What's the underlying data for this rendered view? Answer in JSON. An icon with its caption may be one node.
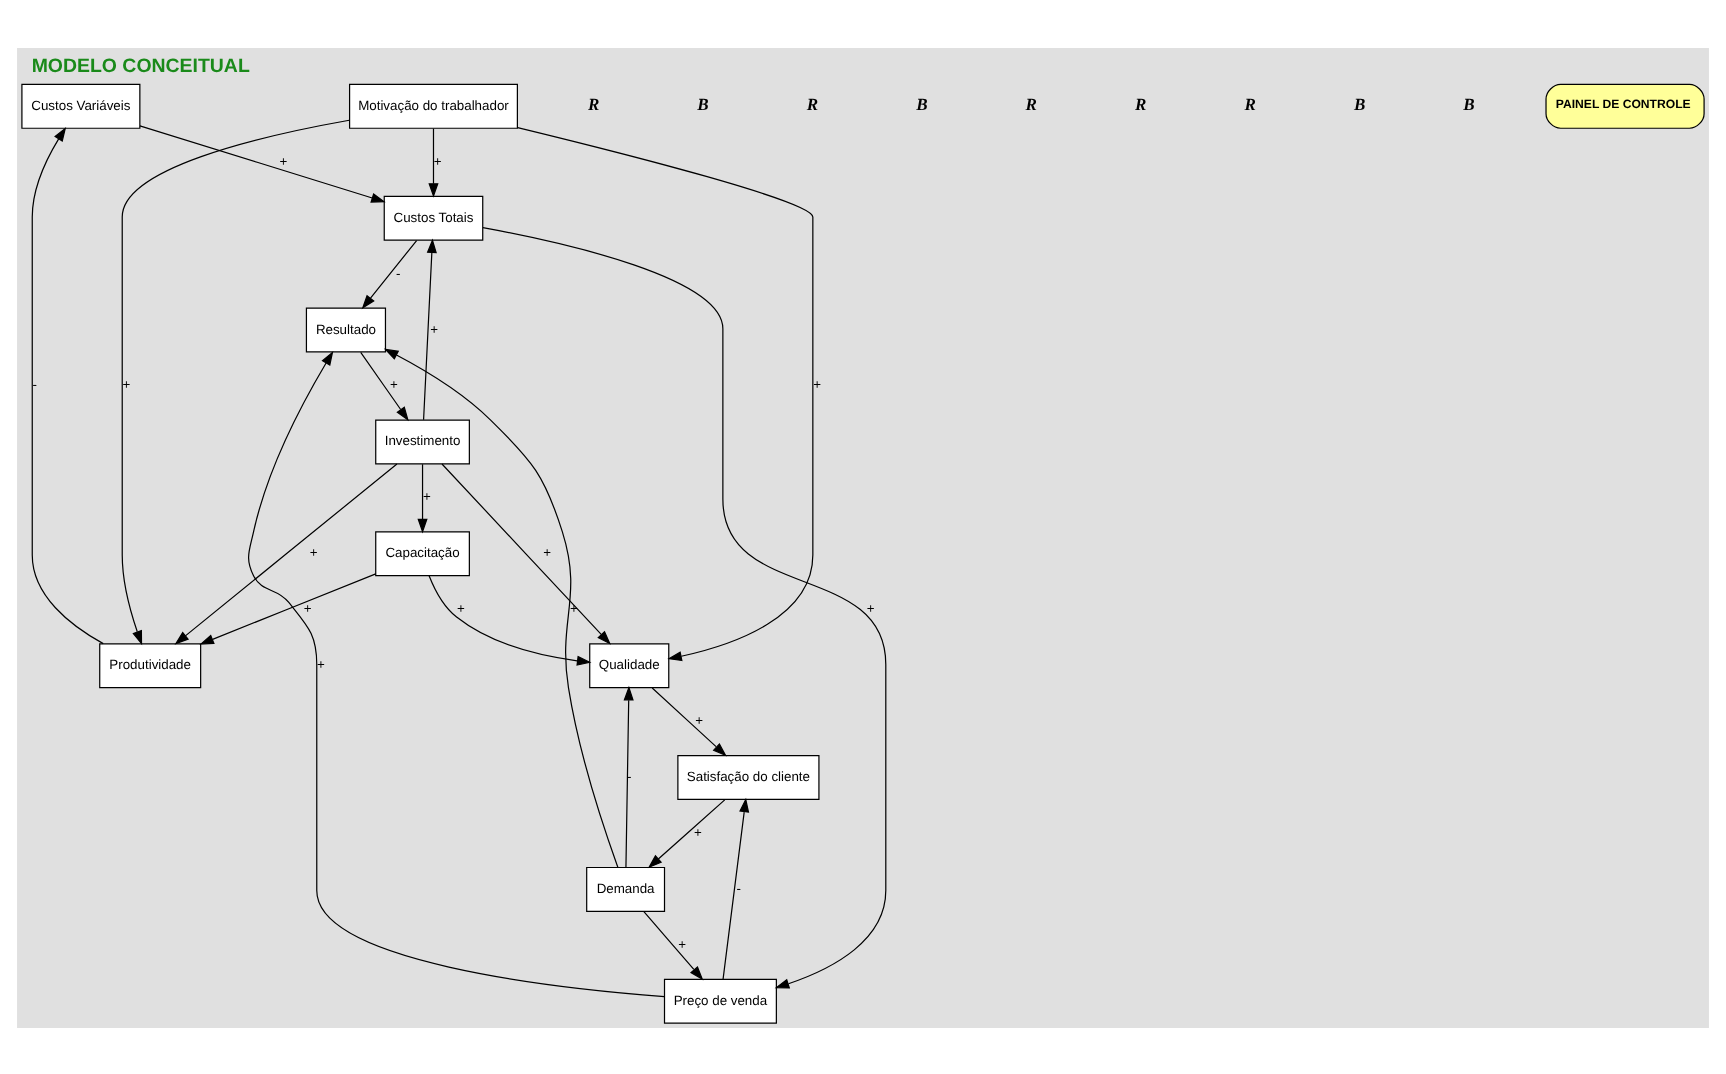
{
  "diagram": {
    "title": "MODELO CONCEITUAL",
    "nodes": [
      {
        "text": [
          "Custos Variáveis"
        ]
      },
      {
        "text": [
          "Custos Totais"
        ]
      },
      {
        "text": [
          "Produtividade"
        ]
      },
      {
        "text": [
          "Investimento"
        ]
      },
      {
        "text": [
          "Resultado"
        ]
      },
      {
        "text": [
          "Motivação do trabalhador"
        ]
      },
      {
        "text": [
          "Capacitação"
        ]
      },
      {
        "text": [
          "Qualidade"
        ]
      },
      {
        "text": [
          "Demanda"
        ]
      },
      {
        "text": [
          "Preço de venda"
        ]
      },
      {
        "text": [
          "Satisfação do cliente"
        ]
      }
    ],
    "edges": [
      {
        "from": 0,
        "to": 1,
        "arrow": "to",
        "label": "+"
      },
      {
        "from": 2,
        "to": 0,
        "arrow": "to",
        "label": "-"
      },
      {
        "from": 5,
        "to": 2,
        "arrow": "to",
        "label": "+"
      },
      {
        "from": 5,
        "to": 1,
        "arrow": "to",
        "label": "+"
      },
      {
        "from": 3,
        "to": 1,
        "arrow": "to",
        "label": "+"
      },
      {
        "from": 1,
        "to": 4,
        "arrow": "to",
        "label": "-"
      },
      {
        "from": 1,
        "to": 9,
        "arrow": "to",
        "label": "+"
      },
      {
        "from": 4,
        "to": 3,
        "arrow": "to",
        "label": "+"
      },
      {
        "from": 3,
        "to": 2,
        "arrow": "to",
        "label": "+"
      },
      {
        "from": 3,
        "to": 6,
        "arrow": "to",
        "label": "+"
      },
      {
        "from": 3,
        "to": 7,
        "arrow": "to",
        "label": "+"
      },
      {
        "from": 6,
        "to": 2,
        "arrow": "to",
        "label": "+"
      },
      {
        "from": 6,
        "to": 7,
        "arrow": "to",
        "label": "+"
      },
      {
        "from": 8,
        "to": 7,
        "arrow": "to",
        "label": "-"
      },
      {
        "from": 8,
        "to": 4,
        "arrow": "to",
        "label": "+"
      },
      {
        "from": 9,
        "to": 4,
        "arrow": "to",
        "label": "+"
      },
      {
        "from": 8,
        "to": 9,
        "arrow": "to",
        "label": "+"
      },
      {
        "from": 7,
        "to": 10,
        "arrow": "to",
        "label": "+"
      },
      {
        "from": 10,
        "to": 8,
        "arrow": "to",
        "label": "+"
      },
      {
        "from": 9,
        "to": 10,
        "arrow": "to",
        "label": "-"
      },
      {
        "from": 5,
        "to": 7,
        "arrow": "to",
        "label": "+"
      }
    ],
    "labels": [
      "R",
      "B",
      "R",
      "B",
      "R",
      "R",
      "R",
      "B",
      "B",
      "PAINEL DE CONTROLE"
    ]
  }
}
